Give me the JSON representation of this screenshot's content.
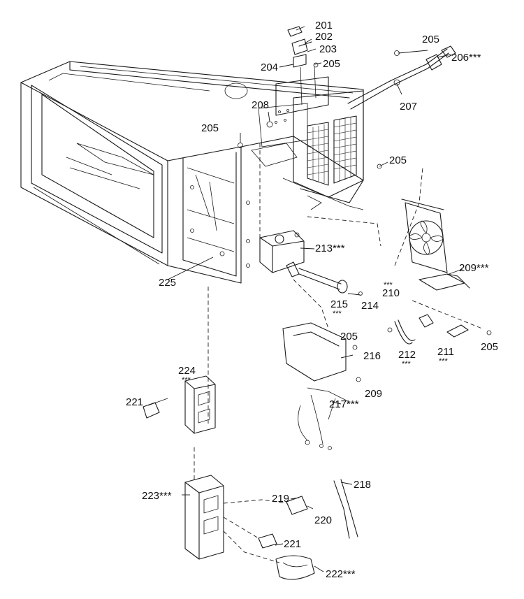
{
  "labels": [
    {
      "id": "p201",
      "text": "201"
    },
    {
      "id": "p202",
      "text": "202"
    },
    {
      "id": "p203",
      "text": "203"
    },
    {
      "id": "p204",
      "text": "204"
    },
    {
      "id": "p205a",
      "text": "205"
    },
    {
      "id": "p205b",
      "text": "205"
    },
    {
      "id": "p205c",
      "text": "205"
    },
    {
      "id": "p205d",
      "text": "205"
    },
    {
      "id": "p205e",
      "text": "205"
    },
    {
      "id": "p205f",
      "text": "205"
    },
    {
      "id": "p206",
      "text": "206***"
    },
    {
      "id": "p207",
      "text": "207"
    },
    {
      "id": "p208",
      "text": "208"
    },
    {
      "id": "p209a",
      "text": "209***"
    },
    {
      "id": "p209b",
      "text": "209"
    },
    {
      "id": "p210",
      "text": "210"
    },
    {
      "id": "p211",
      "text": "211"
    },
    {
      "id": "p212",
      "text": "212"
    },
    {
      "id": "p213",
      "text": "213***"
    },
    {
      "id": "p214",
      "text": "214"
    },
    {
      "id": "p215",
      "text": "215"
    },
    {
      "id": "p216",
      "text": "216"
    },
    {
      "id": "p217",
      "text": "217***"
    },
    {
      "id": "p218",
      "text": "218"
    },
    {
      "id": "p219",
      "text": "219"
    },
    {
      "id": "p220",
      "text": "220"
    },
    {
      "id": "p221a",
      "text": "221"
    },
    {
      "id": "p221b",
      "text": "221"
    },
    {
      "id": "p222",
      "text": "222***"
    },
    {
      "id": "p223",
      "text": "223***"
    },
    {
      "id": "p224",
      "text": "224"
    },
    {
      "id": "p225",
      "text": "225"
    }
  ],
  "asterisk_marks": {
    "p210_top": "***",
    "p211_below": "***",
    "p212_below": "***",
    "p215_below": "***",
    "p224_below": "***"
  },
  "colors": {
    "line": "#1a1a1a",
    "background": "#ffffff"
  }
}
